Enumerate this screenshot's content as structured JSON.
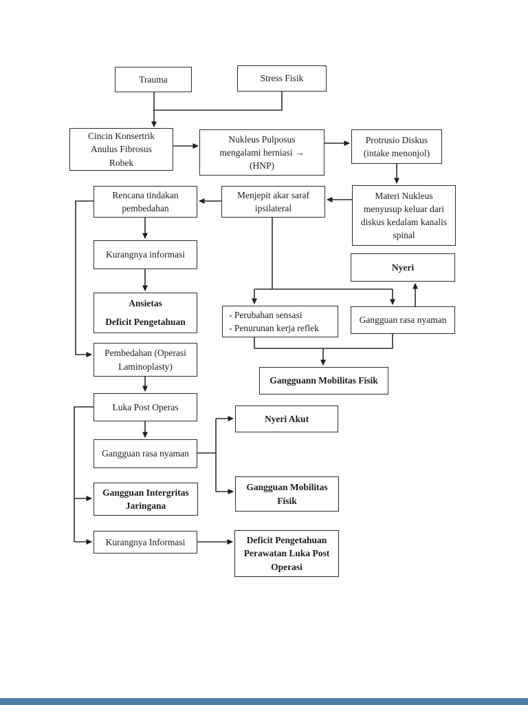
{
  "page": {
    "background_color": "#ffffff",
    "line_color": "#2b2b2b",
    "bottom_bar_color": "#4d7fa6"
  },
  "boxes": {
    "trauma": {
      "label": "Trauma"
    },
    "stress_fisik": {
      "label": "Stress Fisik"
    },
    "cincin": {
      "label": "Cincin Konsertrik\nAnulus  Fibrosus\nRobek"
    },
    "nukleus": {
      "label": "Nukleus Pulposus\nmengalami herniasi →\n(HNP)"
    },
    "protrusio": {
      "label": "Protrusio Diskus\n(intake menonjol)"
    },
    "materi_nukleus": {
      "label": "Materi Nukleus\nmenyusup keluar dari\ndiskus kedalam kanalis\nspinal"
    },
    "rencana": {
      "label": "Rencana tindakan\npembedahan"
    },
    "menjepit": {
      "label": "Menjepit akar saraf\nipsilateral"
    },
    "kurangnya_informasi_atas": {
      "label": "Kurangnya informasi"
    },
    "nyeri": {
      "label": "Nyeri"
    },
    "ansietas": {
      "label": "Ansietas\nDeficit Pengetahuan"
    },
    "perubahan_sensasi": {
      "label": "-  Perubahan sensasi\n-  Penurunan kerja reflek"
    },
    "gangguan_rasa_nyaman_atas": {
      "label": "Gangguan rasa nyaman"
    },
    "pembedahan": {
      "label": "Pembedahan (Operasi\nLaminoplasty)"
    },
    "gangguann_mobilitas_fisik": {
      "label": "Gangguann Mobilitas Fisik"
    },
    "luka_post_operas": {
      "label": "Luka Post Operas"
    },
    "nyeri_akut": {
      "label": "Nyeri Akut"
    },
    "gangguan_rasa_nyaman_bawah": {
      "label": "Gangguan rasa nyaman"
    },
    "gangguan_mobilitas_fisik": {
      "label": "Gangguan Mobilitas\nFisik"
    },
    "gangguan_intergritas": {
      "label": "Gangguan Intergritas\nJaringana"
    },
    "kurangnya_informasi_bawah": {
      "label": "Kurangnya Informasi"
    },
    "deficit_pengetahuan_perawatan": {
      "label": "Deficit Pengetahuan\nPerawatan Luka Post\nOperasi"
    }
  }
}
